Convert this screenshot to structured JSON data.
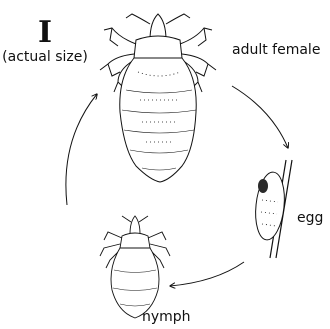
{
  "labels": {
    "size_mark": "I",
    "size_note": "(actual size)",
    "adult_female": "adult female",
    "egg": "egg",
    "nymph": "nymph"
  },
  "colors": {
    "ink": "#111111",
    "paper": "#ffffff"
  }
}
